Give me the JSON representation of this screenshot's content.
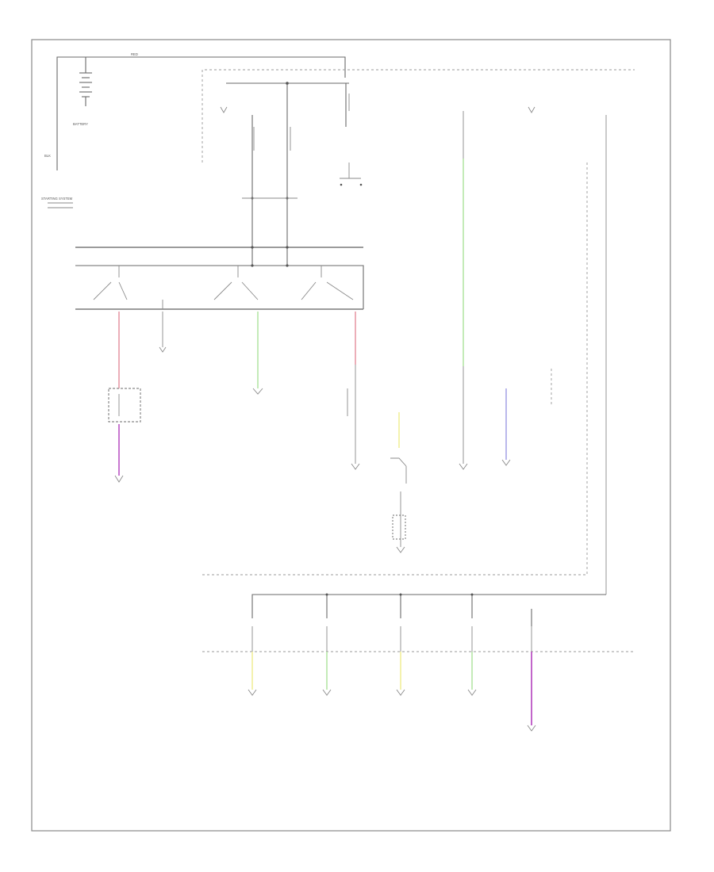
{
  "diagram": {
    "battery_label": "BATTERY",
    "wire_red": "RED",
    "wire_blk": "BLK",
    "starting_system_label": "STARTING SYSTEM",
    "wire_colors": {
      "red": "#e89aa6",
      "green": "#b6e6a6",
      "yellow": "#f2ee9a",
      "violet": "#a9a6e8",
      "purple": "#bb55c4",
      "grey": "#7a7a7a"
    }
  },
  "page": {
    "ref": ""
  }
}
